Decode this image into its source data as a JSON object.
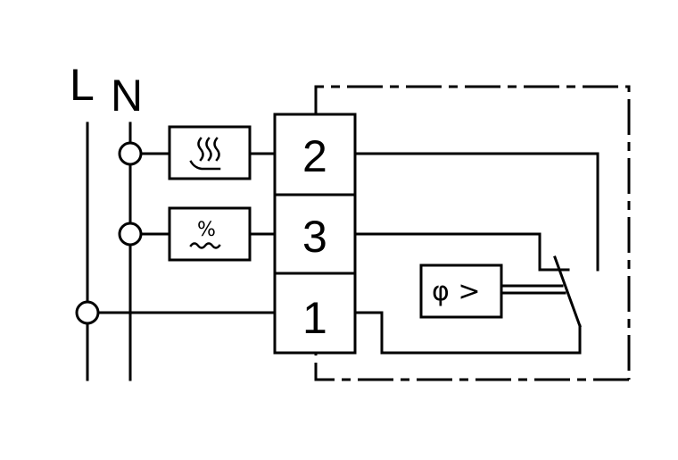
{
  "supply": {
    "line_label": "L",
    "neutral_label": "N"
  },
  "terminals": {
    "t2": "2",
    "t3": "3",
    "t1": "1"
  },
  "controller": {
    "label": "φ >"
  },
  "icons": {
    "heating": "heating-element-icon",
    "humidity": "humidity-sensor-icon"
  }
}
